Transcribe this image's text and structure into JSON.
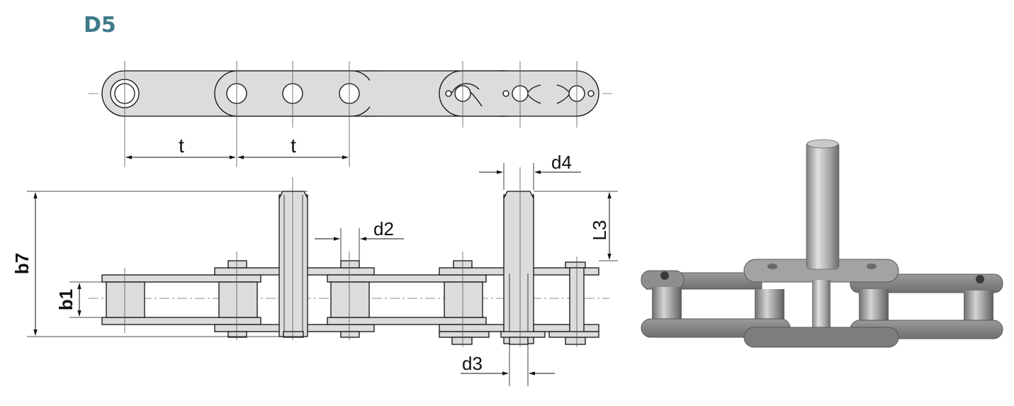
{
  "title": "D5",
  "colors": {
    "title": "#3f7a88",
    "plate": "#dcdcdc",
    "stroke": "#111111",
    "photo_plate": "#8c8c8c",
    "photo_pin": "#b5b5b5"
  },
  "labels": {
    "pitch_1": "t",
    "pitch_2": "t",
    "d4": "d4",
    "d2": "d2",
    "l3": "L3",
    "b7": "b7",
    "b1": "b1",
    "d3": "d3"
  }
}
